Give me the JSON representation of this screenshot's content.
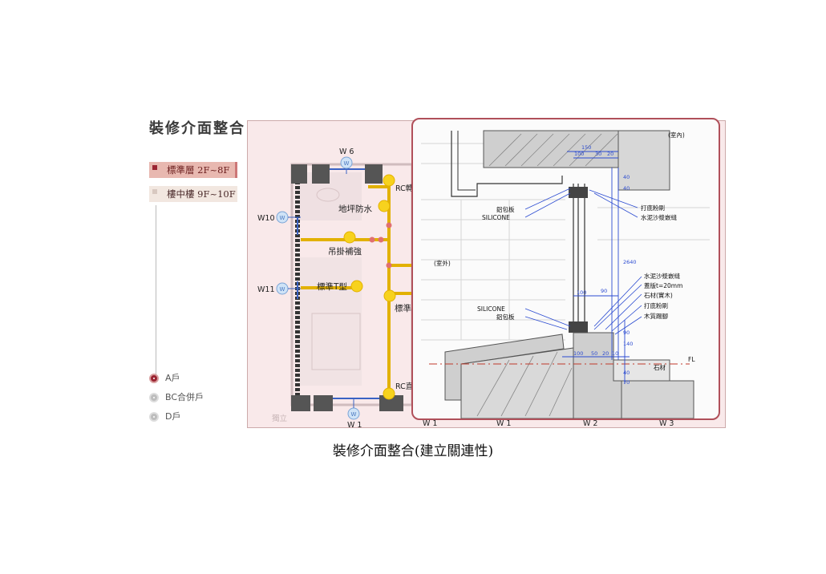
{
  "panel": {
    "title": "裝修介面整合",
    "floors": [
      {
        "label": "標準層 2F~8F",
        "active": true
      },
      {
        "label": "樓中樓 9F~10F",
        "active": false
      }
    ],
    "units": [
      {
        "label": "A戶",
        "active": true
      },
      {
        "label": "BC合併戶",
        "active": false
      },
      {
        "label": "D戶",
        "active": false
      }
    ]
  },
  "plan": {
    "wall_tags": [
      "W 6",
      "W10",
      "W11",
      "W 1"
    ],
    "tag_icon": "W",
    "labels": {
      "rc_top": "RC轉",
      "floor_waterproof": "地坪防水",
      "ceiling_reinforce": "吊掛補強",
      "standard_t": "標準T型",
      "standard_partial": "標準",
      "rc_straight": "RC直",
      "bottom_faint": "獨立"
    },
    "bottom_tags": [
      "W 1",
      "W 1",
      "W 2",
      "W 3"
    ]
  },
  "detail": {
    "indoor": "(室內)",
    "outdoor": "(室外)",
    "labels_left_top": [
      "鋁包板",
      "SILICONE"
    ],
    "labels_left_bottom": [
      "SILICONE",
      "鋁包板"
    ],
    "labels_right_top": [
      "打底粉刷",
      "水泥沙漿嵌縫"
    ],
    "labels_right_bottom": [
      "水泥沙漿嵌縫",
      "蓋版t=20mm",
      "石材(實木)",
      "打底粉刷",
      "木質踢腳"
    ],
    "dims_top": [
      "150",
      "100",
      "30",
      "20"
    ],
    "dims_vert": [
      "40",
      "40",
      "2640",
      "90",
      "140",
      "40",
      "70"
    ],
    "dims_mid": [
      "90",
      "100"
    ],
    "dims_bottom": [
      "100",
      "50",
      "20",
      "10"
    ],
    "fl": "FL",
    "stone": "石材"
  },
  "caption": "裝修介面整合(建立關連性)",
  "colors": {
    "accent": "#9b2432",
    "pipe": "#e2b100",
    "marker": "#f7d21e",
    "frame": "#b0505a"
  }
}
